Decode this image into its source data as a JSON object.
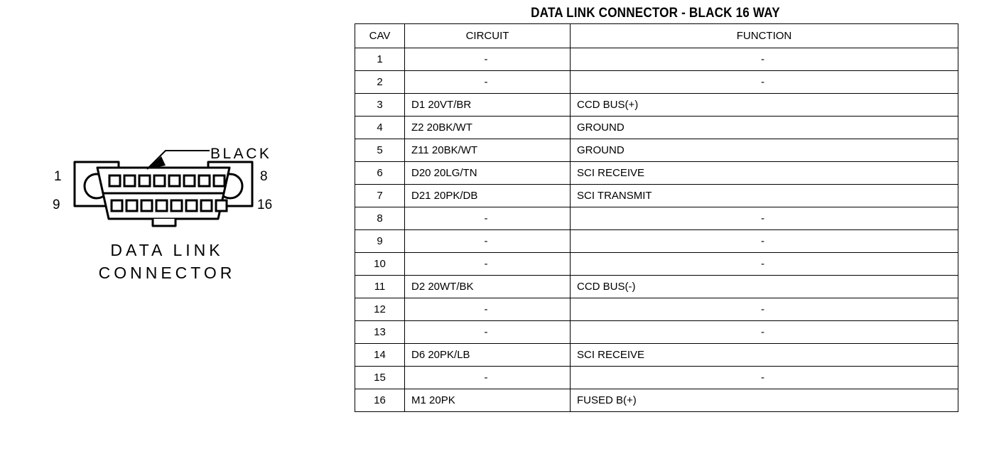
{
  "figure": {
    "callout_label": "BLACK",
    "caption_line1": "DATA LINK",
    "caption_line2": "CONNECTOR",
    "pin_labels": {
      "top_left": "1",
      "bottom_left": "9",
      "top_right": "8",
      "bottom_right": "16"
    },
    "cavity_count_per_row": 8,
    "row_count": 2
  },
  "table": {
    "title": "DATA LINK CONNECTOR - BLACK 16 WAY",
    "headers": [
      "CAV",
      "CIRCUIT",
      "FUNCTION"
    ],
    "empty_marker": "-",
    "rows": [
      {
        "cav": "1",
        "circuit": "-",
        "function": "-"
      },
      {
        "cav": "2",
        "circuit": "-",
        "function": "-"
      },
      {
        "cav": "3",
        "circuit": "D1 20VT/BR",
        "function": "CCD BUS(+)"
      },
      {
        "cav": "4",
        "circuit": "Z2 20BK/WT",
        "function": "GROUND"
      },
      {
        "cav": "5",
        "circuit": "Z11 20BK/WT",
        "function": "GROUND"
      },
      {
        "cav": "6",
        "circuit": "D20 20LG/TN",
        "function": "SCI RECEIVE"
      },
      {
        "cav": "7",
        "circuit": "D21 20PK/DB",
        "function": "SCI TRANSMIT"
      },
      {
        "cav": "8",
        "circuit": "-",
        "function": "-"
      },
      {
        "cav": "9",
        "circuit": "-",
        "function": "-"
      },
      {
        "cav": "10",
        "circuit": "-",
        "function": "-"
      },
      {
        "cav": "11",
        "circuit": "D2 20WT/BK",
        "function": "CCD BUS(-)"
      },
      {
        "cav": "12",
        "circuit": "-",
        "function": "-"
      },
      {
        "cav": "13",
        "circuit": "-",
        "function": "-"
      },
      {
        "cav": "14",
        "circuit": "D6 20PK/LB",
        "function": "SCI RECEIVE"
      },
      {
        "cav": "15",
        "circuit": "-",
        "function": "-"
      },
      {
        "cav": "16",
        "circuit": "M1 20PK",
        "function": "FUSED B(+)"
      }
    ]
  },
  "colors": {
    "ink": "#000000",
    "paper": "#ffffff"
  }
}
